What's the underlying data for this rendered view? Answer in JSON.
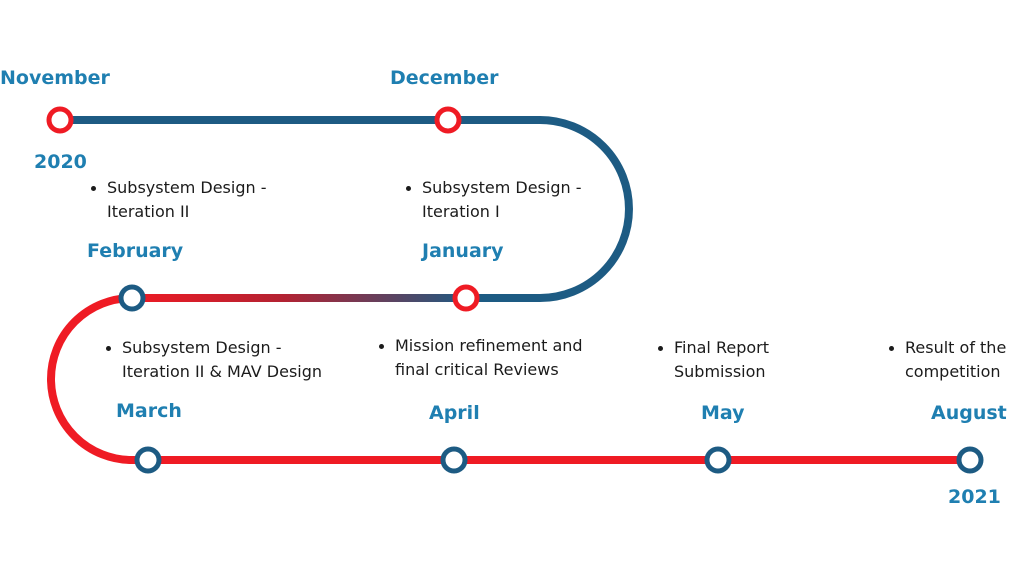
{
  "colors": {
    "navy": "#1d5b83",
    "red": "#ef1b24",
    "label": "#1f7fb1",
    "text": "#1b1b1b"
  },
  "milestones": {
    "november": {
      "month": "November",
      "year": "2020"
    },
    "december": {
      "month": "December"
    },
    "january": {
      "month": "January"
    },
    "february": {
      "month": "February"
    },
    "march": {
      "month": "March"
    },
    "april": {
      "month": "April"
    },
    "may": {
      "month": "May"
    },
    "august": {
      "month": "August",
      "year": "2021"
    }
  },
  "notes": {
    "december_january": [
      "Subsystem Design -",
      "Iteration I"
    ],
    "january_february": [
      "Subsystem Design -",
      "Iteration II"
    ],
    "february_march": [
      "Subsystem Design -",
      "Iteration II & MAV Design"
    ],
    "march_april": [
      "Mission refinement and",
      "final critical Reviews"
    ],
    "april_may": [
      "Final Report",
      "Submission"
    ],
    "may_august": [
      "Result of the",
      "competition"
    ]
  }
}
